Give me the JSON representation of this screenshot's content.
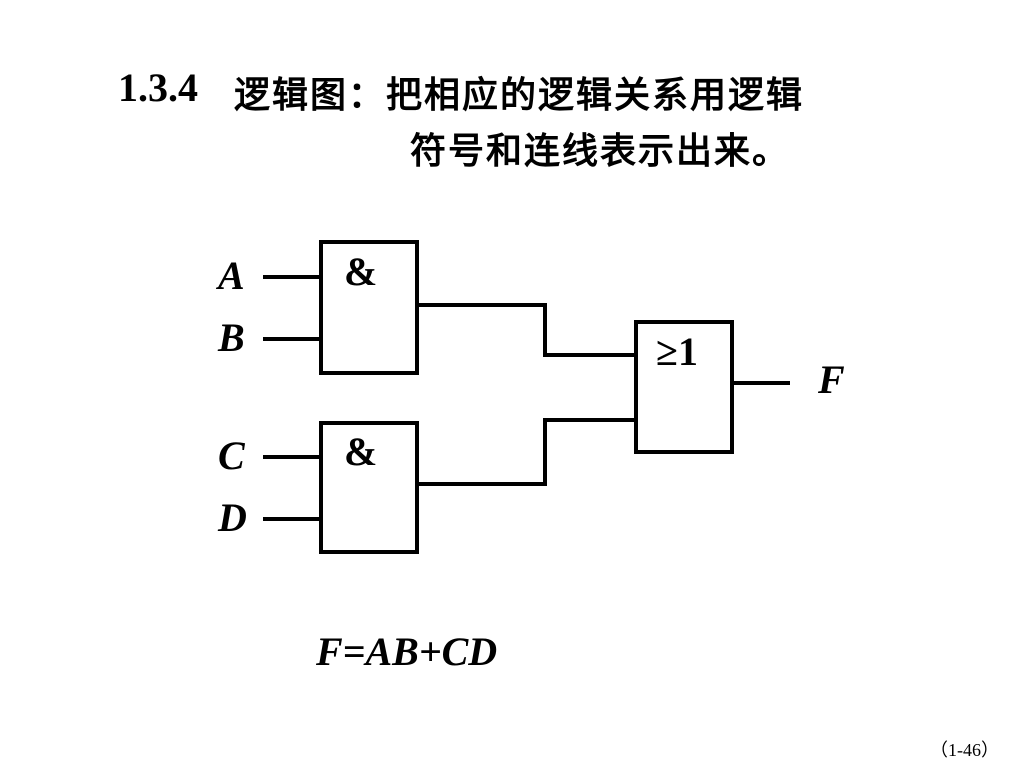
{
  "title": {
    "number": "1.3.4",
    "line1": "逻辑图：把相应的逻辑关系用逻辑",
    "line2": "符号和连线表示出来。"
  },
  "diagram": {
    "inputs": [
      "A",
      "B",
      "C",
      "D"
    ],
    "gate1_symbol": "&",
    "gate2_symbol": "&",
    "or_gate_symbol": "≥1",
    "output": "F"
  },
  "formula": "F=AB+CD",
  "page_number": "（1-46）",
  "colors": {
    "line": "#000000",
    "background": "#ffffff"
  }
}
